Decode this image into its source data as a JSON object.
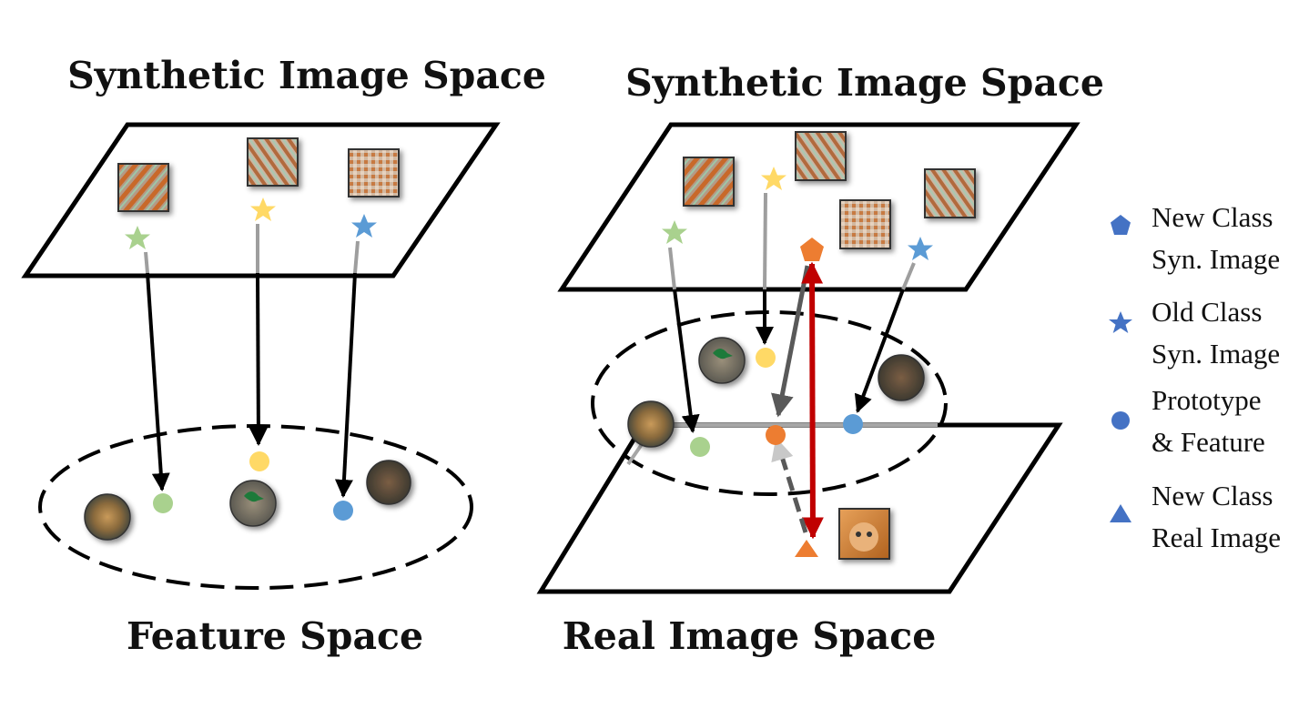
{
  "left_panel": {
    "top_title": "Synthetic Image Space",
    "bottom_title": "Feature Space"
  },
  "right_panel": {
    "top_title": "Synthetic Image Space",
    "bottom_title": "Real Image Space"
  },
  "legend": [
    {
      "marker": "pentagon",
      "line1": "New Class",
      "line2": "Syn. Image"
    },
    {
      "marker": "star",
      "line1": "Old Class",
      "line2": "Syn. Image"
    },
    {
      "marker": "circle",
      "line1": "Prototype",
      "line2": "& Feature"
    },
    {
      "marker": "triangle",
      "line1": "New Class",
      "line2": "Real Image"
    }
  ],
  "colors": {
    "legend_marker": "#4472c4",
    "green": "#a9d18e",
    "yellow": "#ffd966",
    "blue": "#5b9bd5",
    "orange": "#ed7d31",
    "red_arrow": "#c00000",
    "gray_arrow": "#9e9e9e",
    "dark_gray_arrow": "#595959"
  },
  "icons": [
    "leopard-photo",
    "duck-photo",
    "bear-photo",
    "cat-photo",
    "synthetic-texture-image"
  ]
}
